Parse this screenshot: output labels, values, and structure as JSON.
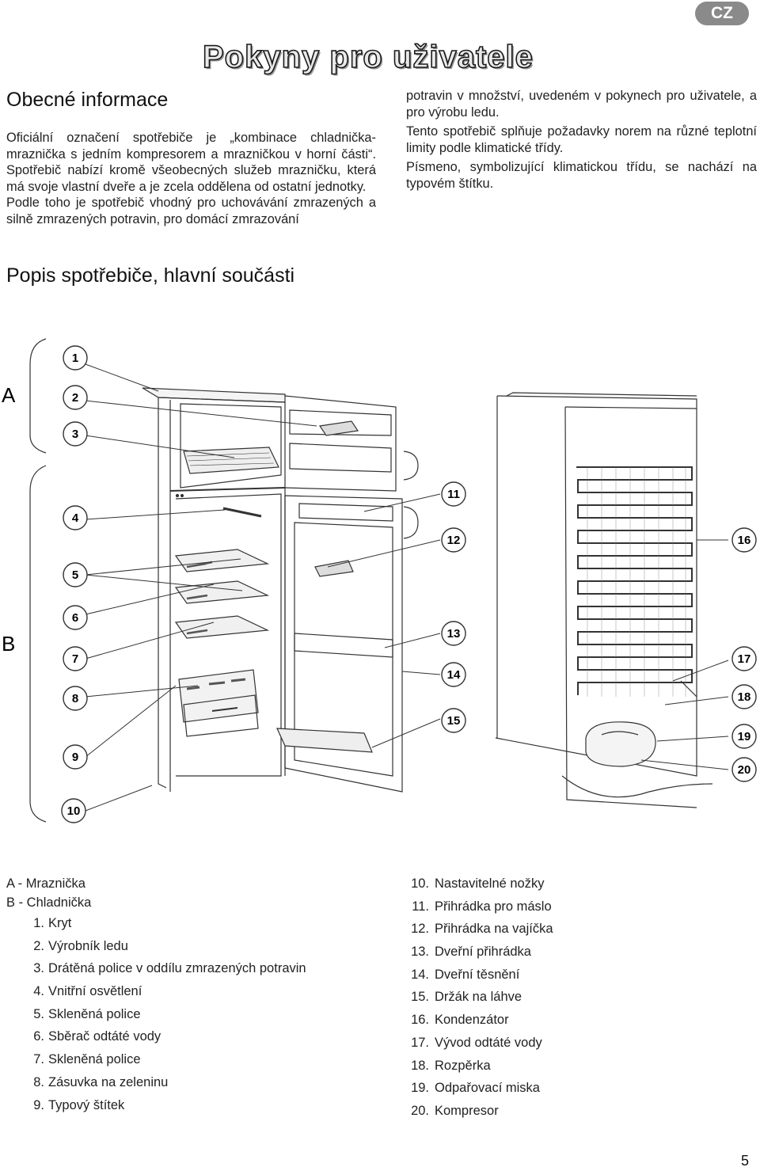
{
  "badge": "CZ",
  "title": "Pokyny pro uživatele",
  "section1": {
    "heading": "Obecné informace",
    "paragraphs": [
      "Oficiální označení spotřebiče je „kombinace chladnička-mraznička s jedním kompresorem a mrazničkou v horní části“. Spotřebič nabízí kromě všeobecných služeb mrazničku, která má svoje vlastní dveře a je zcela oddělena od ostatní jednotky.",
      "Podle toho je spotřebič vhodný pro uchovávání zmrazených a silně zmrazených potravin, pro domácí zmrazování"
    ],
    "right_paragraphs": [
      "potravin v množství, uvedeném v pokynech pro uživatele, a pro výrobu ledu.",
      "Tento spotřebič splňuje požadavky norem na různé teplotní limity podle klimatické třídy.",
      "Písmeno, symbolizující klimatickou třídu, se nachází na typovém štítku."
    ]
  },
  "section2": {
    "heading": "Popis spotřebiče, hlavní součásti"
  },
  "diagram": {
    "groups": [
      "A",
      "B"
    ],
    "callouts": [
      "1",
      "2",
      "3",
      "4",
      "5",
      "6",
      "7",
      "8",
      "9",
      "10",
      "11",
      "12",
      "13",
      "14",
      "15",
      "16",
      "17",
      "18",
      "19",
      "20"
    ]
  },
  "legend": {
    "groups": [
      "A - Mraznička",
      "B - Chladnička"
    ],
    "items": [
      {
        "num": "1.",
        "label": "Kryt"
      },
      {
        "num": "2.",
        "label": "Výrobník ledu"
      },
      {
        "num": "3.",
        "label": "Drátěná police v oddílu zmrazených potravin"
      },
      {
        "num": "4.",
        "label": "Vnitřní osvětlení"
      },
      {
        "num": "5.",
        "label": "Skleněná police"
      },
      {
        "num": "6.",
        "label": "Sběrač odtáté vody"
      },
      {
        "num": "7.",
        "label": "Skleněná police"
      },
      {
        "num": "8.",
        "label": "Zásuvka na zeleninu"
      },
      {
        "num": "9.",
        "label": "Typový štítek"
      },
      {
        "num": "10.",
        "label": "Nastavitelné nožky"
      },
      {
        "num": "11.",
        "label": "Přihrádka pro máslo"
      },
      {
        "num": "12.",
        "label": "Přihrádka na vajíčka"
      },
      {
        "num": "13.",
        "label": "Dveřní přihrádka"
      },
      {
        "num": "14.",
        "label": "Dveřní těsnění"
      },
      {
        "num": "15.",
        "label": "Držák na láhve"
      },
      {
        "num": "16.",
        "label": "Kondenzátor"
      },
      {
        "num": "17.",
        "label": "Vývod odtáté vody"
      },
      {
        "num": "18.",
        "label": "Rozpěrka"
      },
      {
        "num": "19.",
        "label": "Odpařovací miska"
      },
      {
        "num": "20.",
        "label": "Kompresor"
      }
    ]
  },
  "page_number": "5"
}
